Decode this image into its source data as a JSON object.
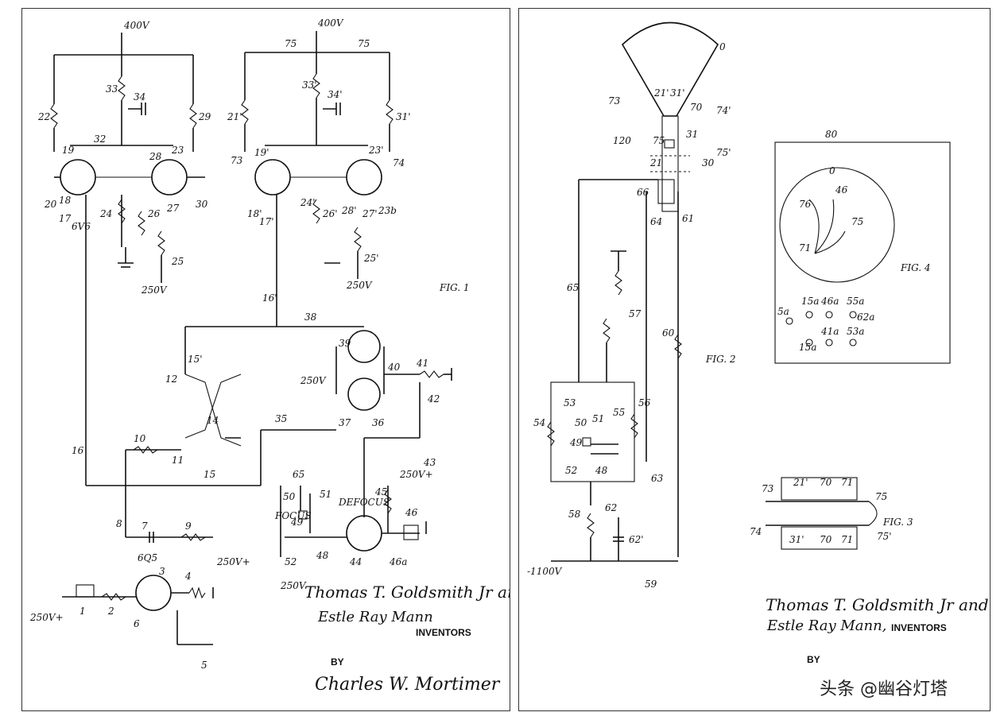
{
  "sheet1": {
    "fig_label": "FIG. 1",
    "voltages": {
      "top": "400V",
      "sw": "250V",
      "left": "250V+",
      "right": "250V+",
      "mid": "250V",
      "bottom": "250V"
    },
    "tubes": {
      "t1": "6V6",
      "t2": "6Q5"
    },
    "focus_label": "FOCUS",
    "defocus_label": "DEFOCUS",
    "inventor1": "Thomas T. Goldsmith Jr and",
    "inventor2": "Estle Ray Mann",
    "inventors_caption": "INVENTORS",
    "by_label": "BY",
    "attorney": "Charles W. Mortimer",
    "refs": [
      "75",
      "75",
      "400V",
      "33",
      "34",
      "22",
      "29",
      "32",
      "19",
      "28",
      "23",
      "20",
      "30",
      "18",
      "17",
      "24",
      "26",
      "27",
      "25",
      "21'",
      "31'",
      "33'",
      "34'",
      "73",
      "74",
      "19'",
      "23'",
      "24'",
      "26'",
      "28'",
      "27'",
      "23b",
      "18'",
      "17'",
      "25'",
      "16'",
      "38",
      "39",
      "40",
      "41",
      "42",
      "37",
      "36",
      "12",
      "15'",
      "10",
      "14",
      "11",
      "15",
      "35",
      "16",
      "8",
      "7",
      "9",
      "3",
      "4",
      "1",
      "2",
      "6",
      "5",
      "65",
      "50",
      "51",
      "49",
      "48",
      "52",
      "44",
      "45",
      "46",
      "46a",
      "43"
    ]
  },
  "sheet2": {
    "fig2_label": "FIG. 2",
    "fig3_label": "FIG. 3",
    "fig4_label": "FIG. 4",
    "voltage_neg": "-1100V",
    "inventor1": "Thomas T. Goldsmith Jr and",
    "inventor2": "Estle Ray Mann,",
    "inventors_caption": "INVENTORS",
    "by_label": "BY",
    "watermark": "头条 @幽谷灯塔",
    "refs": [
      "0",
      "73",
      "74'",
      "21'",
      "31'",
      "70",
      "120",
      "75'",
      "31",
      "75",
      "21",
      "30",
      "66",
      "64",
      "61",
      "65",
      "57",
      "60",
      "54",
      "53",
      "50",
      "51",
      "55",
      "56",
      "49",
      "52",
      "48",
      "63",
      "58",
      "62",
      "62'",
      "59",
      "80",
      "0",
      "76",
      "46",
      "71",
      "75",
      "5a",
      "15a",
      "46a",
      "55a",
      "62a",
      "15a",
      "41a",
      "53a",
      "73",
      "21'",
      "70",
      "71",
      "75",
      "74",
      "31'",
      "70",
      "71",
      "75'"
    ]
  }
}
